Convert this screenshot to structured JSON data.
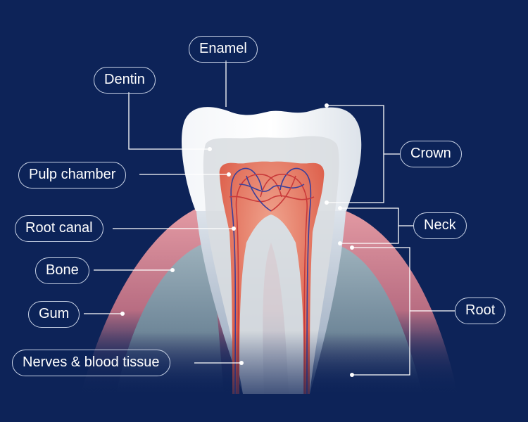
{
  "labels": {
    "enamel": "Enamel",
    "dentin": "Dentin",
    "pulp_chamber": "Pulp chamber",
    "root_canal": "Root canal",
    "bone": "Bone",
    "gum": "Gum",
    "nerves": "Nerves & blood tissue",
    "crown": "Crown",
    "neck": "Neck",
    "root": "Root"
  },
  "colors": {
    "background": "#0d2358",
    "enamel": "#eef2f7",
    "dentin": "#d9dde0",
    "pulp": "#e0624e",
    "gum": "#d98b95",
    "bone": "#7e96a3",
    "leader_line": "#ffffff",
    "label_border": "#c9d3e6"
  }
}
